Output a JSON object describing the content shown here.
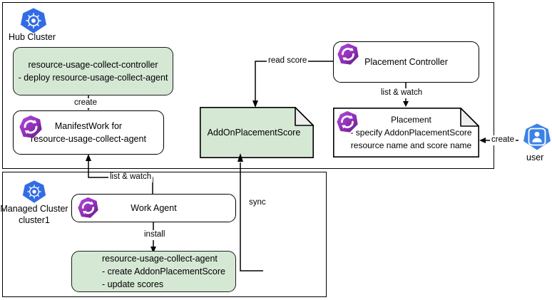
{
  "diagram": {
    "title": "Open Cluster Management resource-usage-collect add-on flow",
    "colors": {
      "green_fill": "#d5e8d4",
      "stroke": "#000000",
      "k8s_blue": "#326ce5",
      "ocm_purple": "#8f2fb5",
      "note_fold": "#eeeeee"
    }
  },
  "hub_cluster": {
    "label": "Hub Cluster",
    "icon": "kubernetes-icon",
    "controller": {
      "name": "resource-usage-collect-controller",
      "detail": "-   deploy resource-usage-collect-agent",
      "text": "resource-usage-collect-controller\n-   deploy resource-usage-collect-agent"
    },
    "manifestwork": {
      "icon": "ocm-sync-icon",
      "text": "ManifestWork for\nresource-usage-collect-agent"
    },
    "addon_placement_score": {
      "text": "AddOnPlacementScore"
    },
    "placement_controller": {
      "icon": "ocm-sync-icon",
      "text": "Placement Controller"
    },
    "placement": {
      "icon": "ocm-sync-icon",
      "text": "Placement\n- specify AddonPlacementScore\nresource name and score name"
    }
  },
  "managed_cluster": {
    "label": "Managed Cluster\ncluster1",
    "icon": "kubernetes-icon",
    "work_agent": {
      "icon": "ocm-sync-icon",
      "text": "Work Agent"
    },
    "collect_agent": {
      "text": "resource-usage-collect-agent\n- create AddonPlacementScore\n- update scores"
    }
  },
  "actor": {
    "label": "user",
    "icon": "user-icon"
  },
  "edges": [
    {
      "id": "create-manifestwork",
      "label": "create"
    },
    {
      "id": "read-score",
      "label": "read score"
    },
    {
      "id": "list-and-watch-placement",
      "label": "list & watch"
    },
    {
      "id": "create-placement",
      "label": "create"
    },
    {
      "id": "list-and-watch-manifestwork",
      "label": "list & watch"
    },
    {
      "id": "install-agent",
      "label": "install"
    },
    {
      "id": "sync-score",
      "label": "sync"
    }
  ]
}
